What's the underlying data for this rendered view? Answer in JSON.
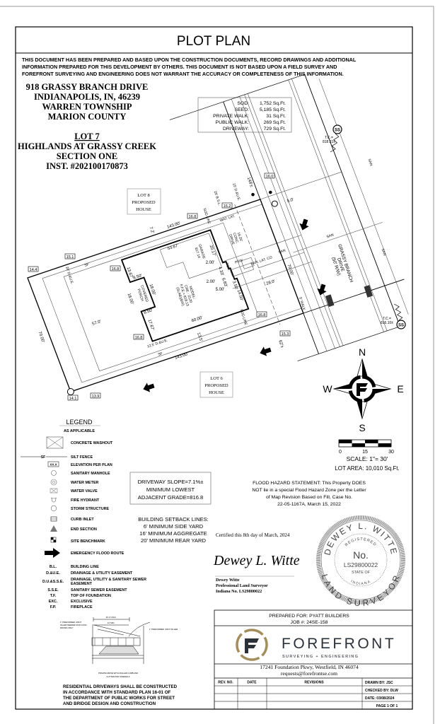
{
  "title": "PLOT PLAN",
  "disclaimer": [
    "THIS DOCUMENT HAS BEEN PREPARED AND BASED UPON THE CONSTRUCTION DOCUMENTS, RECORD DRAWINGS AND ADDITIONAL",
    "INFORMATION PREPARED FOR THIS DEVELOPMENT BY OTHERS. THIS DOCUMENT IS NOT BASED UPON A FIELD SURVEY AND",
    "FOREFRONT SURVEYING AND ENGINEERING DOES NOT WARRANT THE ACCURACY OR COMPLETENESS OF THIS INFORMATION."
  ],
  "address": [
    "918 GRASSY BRANCH DRIVE",
    "INDIANAPOLIS, IN, 46239",
    "WARREN TOWNSHIP",
    "MARION COUNTY"
  ],
  "lot_info": [
    "LOT 7",
    "HIGHLANDS AT GRASSY CREEK",
    "SECTION ONE",
    "INST. #202100170873"
  ],
  "areas": [
    {
      "label": "SOD:",
      "value": "1,752 Sq.Ft."
    },
    {
      "label": "SEED:",
      "value": "5,185 Sq.Ft."
    },
    {
      "label": "PRIVATE WALK:",
      "value": "31 Sq.Ft."
    },
    {
      "label": "PUBLIC WALK:",
      "value": "269 Sq.Ft."
    },
    {
      "label": "DRIVEWAY:",
      "value": "729 Sq.Ft."
    }
  ],
  "plan": {
    "lot8": [
      "LOT 8",
      "PROPOSED",
      "HOUSE"
    ],
    "lot6": [
      "LOT 6",
      "PROPOSED",
      "HOUSE"
    ],
    "elevations": [
      "15.1",
      "14.4",
      "16.8",
      "16.8",
      "16.2",
      "16.0",
      "16.8",
      "16.8",
      "15.3",
      "14.1",
      "13.9"
    ],
    "dims": {
      "top_len": "143.00'",
      "bottom_len": "143.00'",
      "side_left": "70.00'",
      "side_front": "70.00'",
      "rear_setback": "57.0'",
      "front_setback": "28.0'",
      "top_side": "7.2'",
      "bottom_side": "13.5'",
      "house_top": "53.67'",
      "house_bottom": "60.00'",
      "garage_side": "20.17'",
      "rear_a": "13.67'",
      "porch_a": "8.50'",
      "porch_b": "8.50'",
      "porch_len": "18.00'",
      "porch_len2": "18.00'",
      "rear_b": "17.67'",
      "step_a": "2.00'",
      "step_b": "4.33'",
      "step_c": "2.00'",
      "step_d": "6.83'",
      "step_e": "5.00'",
      "step_f": "3.50'",
      "step_g": "14.50'",
      "walk_off": "5.0'",
      "dist_top": "148'±",
      "dist_bottom": "62'±"
    },
    "labels": {
      "garage": "GARAGE",
      "garage_elev": "817.14",
      "model": [
        "MODEL:",
        "CRE - 2120",
        "F.F.E.= 818.13",
        "(SLAB)(BW)"
      ],
      "porch": [
        "COVERED",
        "PORCH"
      ],
      "rear_due": "20' D.&U.E.",
      "side_due": "12.5' D.&U.E.",
      "front_due": "15' D.&U.E.",
      "bsl": "25' B.S.L.",
      "sod_line_top": "SOD LINE",
      "sod_line_bottom": "SOD LINE",
      "wat_lat": "WAT. LAT.",
      "drive": [
        "16.25'",
        "CONC.",
        "DRIVE"
      ],
      "san_lat": "SAN. LAT. CO",
      "por": "POR.",
      "psw": "PSW",
      "walk": "5' WALK",
      "street": [
        "GRASSY BRANCH",
        "DRIVE",
        "(50' R/W)"
      ],
      "tc_top": [
        "T.C.=",
        "818.21±"
      ],
      "tc_bottom": [
        "T.C.=",
        "816.10±"
      ],
      "ss": "SS",
      "san": "SAN",
      "sf": "SF"
    }
  },
  "compass": {
    "n": "N",
    "s": "S",
    "e": "E",
    "w": "W"
  },
  "scale": {
    "ticks": [
      "0",
      "15",
      "30"
    ],
    "text": "SCALE:  1\"=  30'",
    "lot_area": "LOT AREA: 10,010 Sq.Ft."
  },
  "flood": [
    "FLOOD HAZARD STATEMENT: This Property DOES",
    "NOT lie in a special Flood Hazard Zone per the Letter",
    "of Map Revision Based on Fill, Case No.",
    "22-05-1167A, March 15, 2022"
  ],
  "legend": {
    "title": "LEGEND",
    "subtitle": "AS APPLICABLE",
    "symbols": [
      {
        "icon": "concrete-washout",
        "label": "CONCRETE WASHOUT"
      },
      {
        "icon": "silt-fence",
        "label": "SILT FENCE",
        "mark": "SF"
      },
      {
        "icon": "elevation",
        "label": "ELEVATION PER PLAN",
        "mark": "XX.X"
      },
      {
        "icon": "sanitary-manhole",
        "label": "SANITARY MANHOLE"
      },
      {
        "icon": "water-meter",
        "label": "WATER METER"
      },
      {
        "icon": "water-valve",
        "label": "WATER VALVE"
      },
      {
        "icon": "fire-hydrant",
        "label": "FIRE HYDRANT"
      },
      {
        "icon": "storm-structure",
        "label": "STORM STRUCTURE"
      },
      {
        "icon": "curb-inlet",
        "label": "CURB INLET"
      },
      {
        "icon": "end-section",
        "label": "END SECTION"
      },
      {
        "icon": "site-benchmark",
        "label": "SITE BENCHMARK"
      },
      {
        "icon": "flood-route-arrow",
        "label": "EMERGENCY FLOOD ROUTE"
      }
    ],
    "abbreviations": [
      {
        "abbr": "B.L.",
        "label": "BUILDING LINE"
      },
      {
        "abbr": "D.&U.E.",
        "label": "DRAINAGE & UTILITY EASEMENT"
      },
      {
        "abbr": "D.U.&S.S.E.",
        "label": "DRAINAGE, UTILITY & SANITARY SEWER",
        "label2": "EASEMENT"
      },
      {
        "abbr": "S.S.E.",
        "label": "SANITARY SEWER EASEMENT"
      },
      {
        "abbr": "T.F.",
        "label": "TOP OF FOUNDATION"
      },
      {
        "abbr": "EXC.",
        "label": "EXCLUSIVE"
      },
      {
        "abbr": "F.P.",
        "label": "FIREPLACE"
      }
    ]
  },
  "driveway_box": [
    "DRIVEWAY SLOPE=7.1%±",
    "MINIMUM LOWEST",
    "ADJACENT GRADE=816.8"
  ],
  "setbacks": [
    "BUILDING SETBACK LINES:",
    "6' MINIMUM SIDE YARD",
    "16' MINIMUM AGGREGATE",
    "20' MINIMUM REAR YARD"
  ],
  "detail": {
    "notes": [
      "1\" PREFORMED JOINT",
      "FILLER NEEDED FOR CONC.",
      "DRIVES ONLY",
      "20'-0\" MAX.",
      "12' MIN.",
      "1\" PREFORMED JOINT FILLER"
    ],
    "caption": [
      "PRIVATE DRIVE WITH ROLLED CURB AND",
      "GUTTER AND SIDEWALK"
    ]
  },
  "driveway_note": [
    "RESIDENTIAL DRIVEWAYS SHALL BE CONSTRUCTED",
    "IN ACCORDANCE WITH STANDARD PLAN 16-01 OF",
    "THE DEPARTMENT OF PUBLIC WORKS FOR STREET",
    "AND BRIDGE DESIGN AND CONSTRUCTION"
  ],
  "certification": {
    "statement": "Certified this 8th day of March, 2024",
    "signature": "Dewey L. Witte",
    "name": "Dewey Witte",
    "title": "Professional Land Surveyor",
    "license": "Indiana No. LS29800022"
  },
  "seal": {
    "name": "DEWEY L. WITTE",
    "registered": "REGISTERED",
    "no": "No.",
    "number": "LS29800022",
    "state_of": "STATE OF",
    "state": "INDIANA",
    "role": "LAND SURVEYOR"
  },
  "title_block": {
    "prepared_for": "PREPARED FOR: PYATT BUILDERS",
    "job": "JOB #: 24SE-158",
    "company": "FOREFRONT",
    "tagline": "SURVEYING + ENGINEERING",
    "address": "17241 Foundation Pkwy, Westfield, IN 46074",
    "email": "requests@forefrontse.com",
    "columns": [
      "REV. NO.",
      "DATE",
      "REVISIONS"
    ],
    "drawn_by": "DRAWN BY: JSC",
    "checked_by": "CHECKED BY: DLW",
    "date": "DATE: 03/08/2024",
    "page": "PAGE 1 OF 1",
    "logo_gold": "#a38d5a",
    "logo_dark": "#2b3138"
  }
}
